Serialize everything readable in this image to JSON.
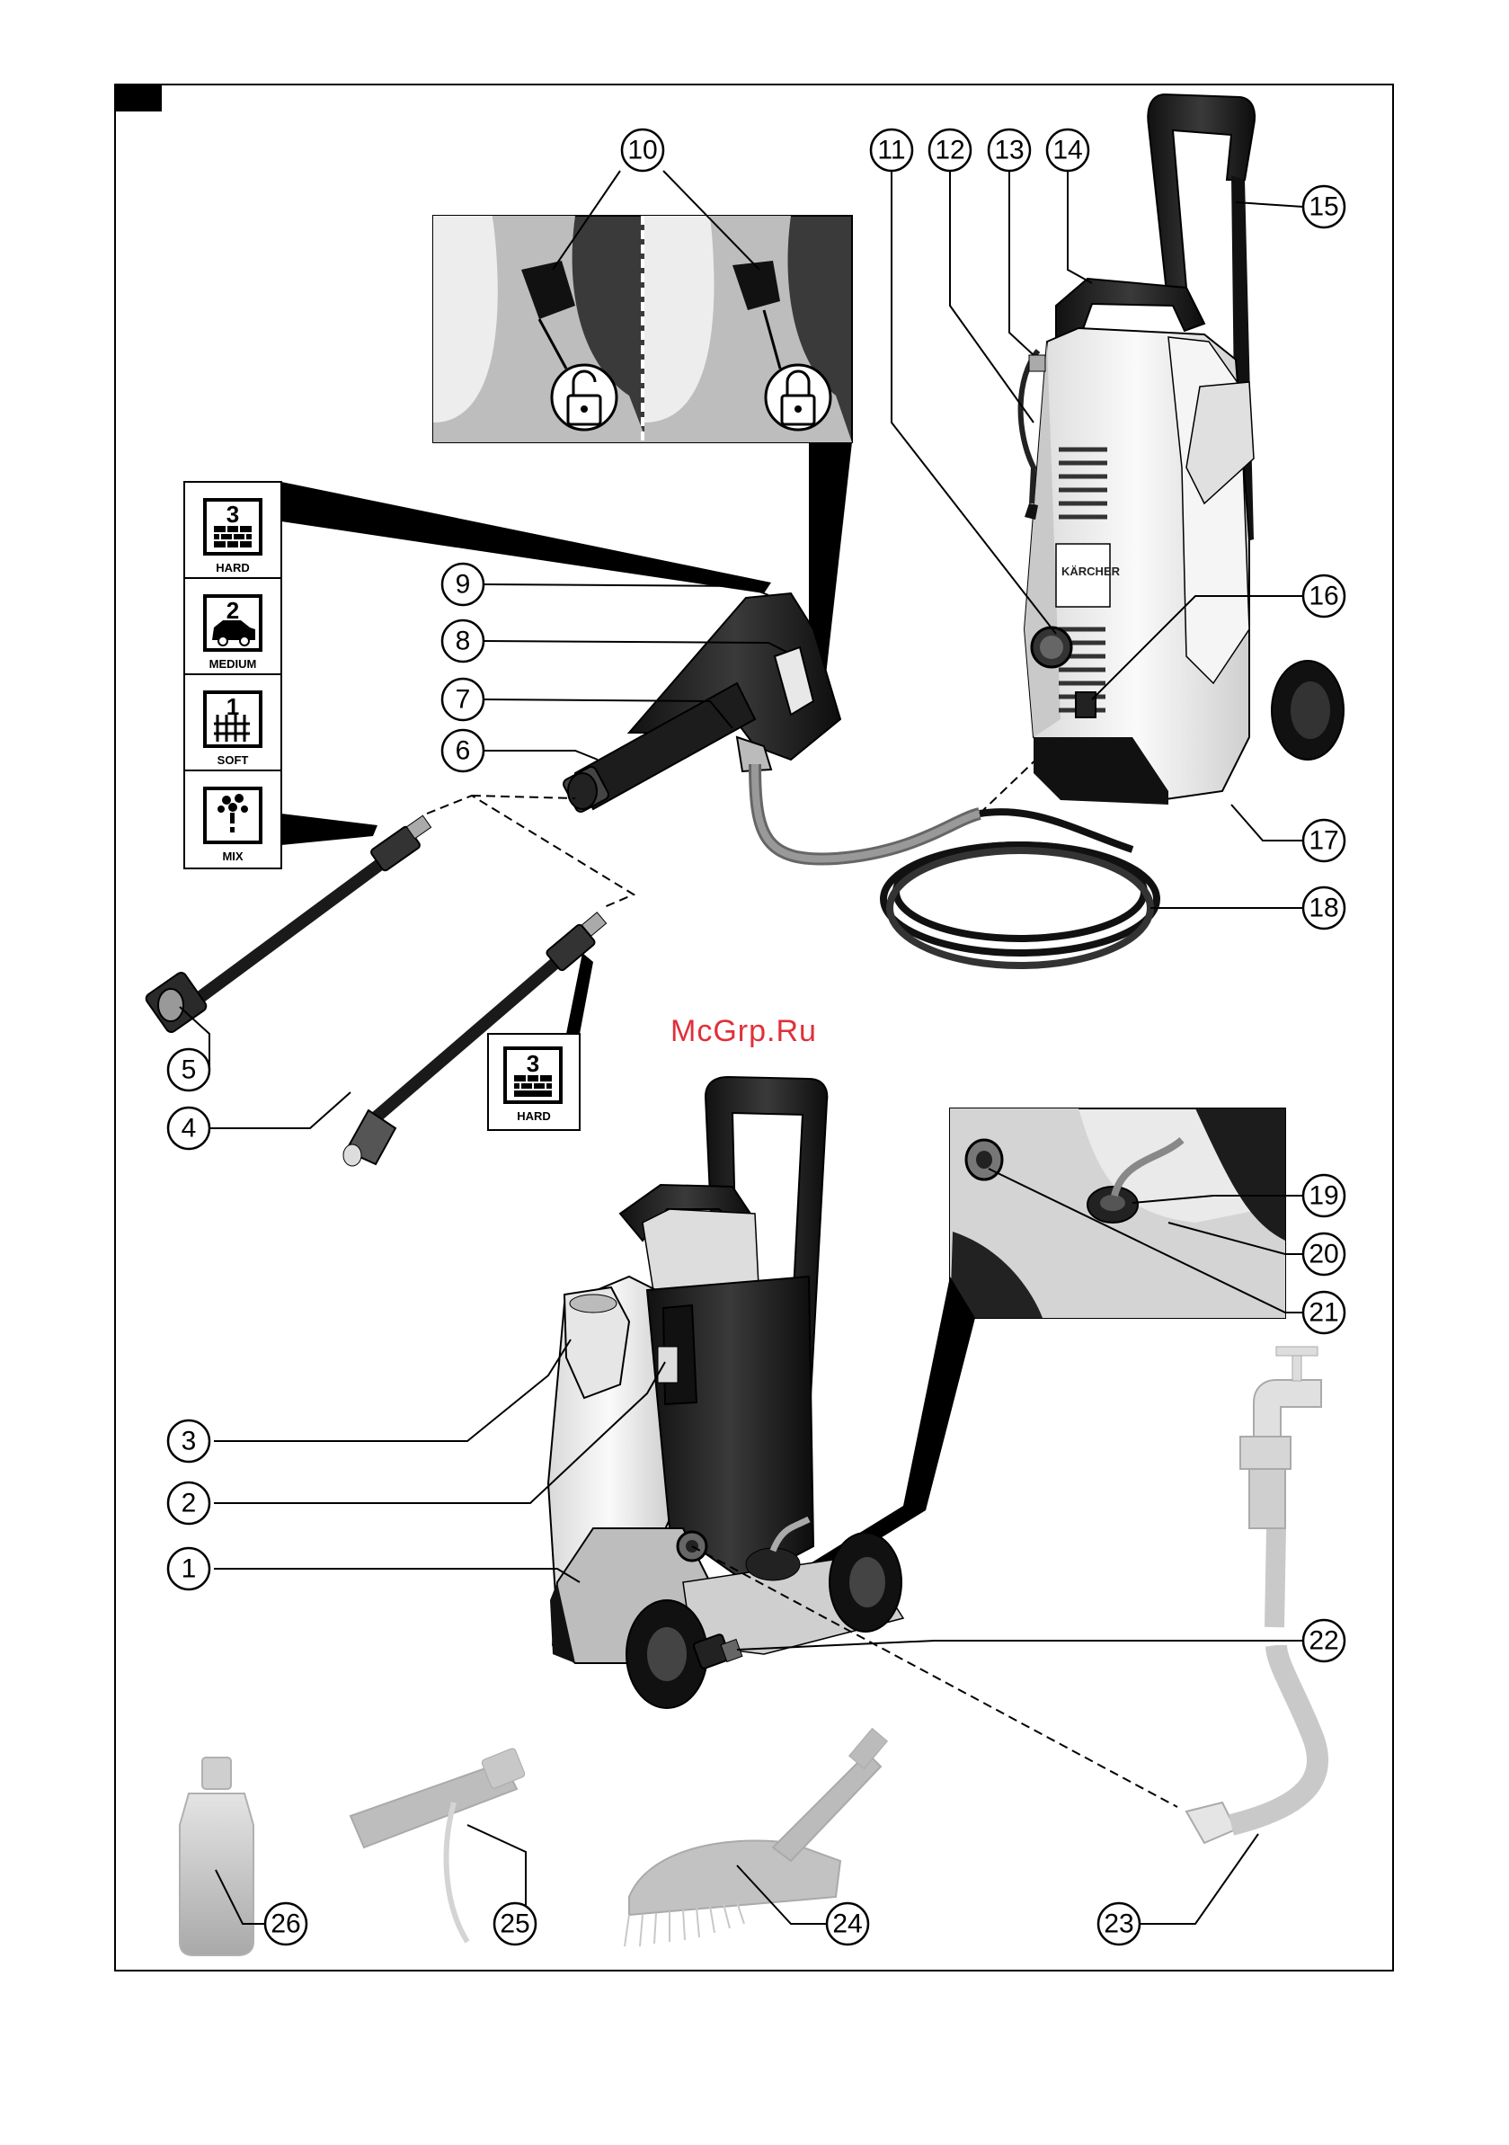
{
  "callouts": [
    "1",
    "2",
    "3",
    "4",
    "5",
    "6",
    "7",
    "8",
    "9",
    "10",
    "11",
    "12",
    "13",
    "14",
    "15",
    "16",
    "17",
    "18",
    "19",
    "20",
    "21",
    "22",
    "23",
    "24",
    "25",
    "26"
  ],
  "spray_modes": [
    {
      "number": "3",
      "label": "HARD"
    },
    {
      "number": "2",
      "label": "MEDIUM"
    },
    {
      "number": "1",
      "label": "SOFT"
    },
    {
      "number": "",
      "label": "MIX"
    }
  ],
  "lance_badge": {
    "number": "3",
    "label": "HARD"
  },
  "brand_text": "KÄRCHER",
  "watermark": "McGrp.Ru",
  "icons": [
    "lock-open-icon",
    "lock-closed-icon",
    "brick-wall-icon",
    "car-icon",
    "fence-icon",
    "flower-icon",
    "water-tap-icon"
  ],
  "colors": {
    "line": "#000000",
    "body": "#f2f2f2",
    "dark": "#1a1a1a",
    "accessory": "#c8c8c8",
    "watermark": "#e0303a"
  }
}
